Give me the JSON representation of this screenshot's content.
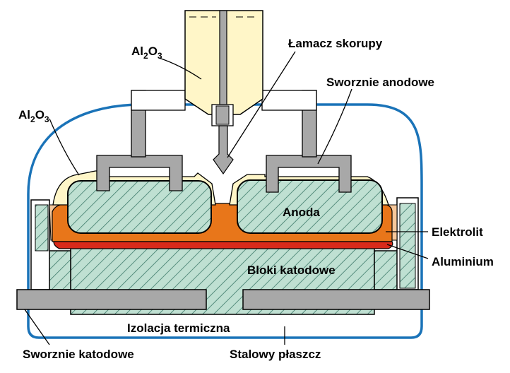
{
  "labels": {
    "al2o3_hopper": {
      "main": "Al",
      "sub1": "2",
      "mid": "O",
      "sub2": "3"
    },
    "al2o3_crust": {
      "main": "Al",
      "sub1": "2",
      "mid": "O",
      "sub2": "3"
    },
    "crust_breaker": "Łamacz skorupy",
    "anode_pins": "Sworznie anodowe",
    "anode": "Anoda",
    "electrolyte": "Elektrolit",
    "aluminium": "Aluminium",
    "cathode_blocks": "Bloki katodowe",
    "thermal_insulation": "Izolacja termiczna",
    "cathode_pins": "Sworznie katodowe",
    "steel_shell": "Stalowy płaszcz"
  },
  "colors": {
    "shell": "#1a73b8",
    "hopper": "#fff6c8",
    "crust": "#fff6c8",
    "anode_fill": "#bfe0d2",
    "hatch": "#3d7a6a",
    "electrolyte": "#e8761a",
    "aluminium": "#d92a1a",
    "pin_gray": "#a8a8a8",
    "side_lining": "#f6c79a"
  }
}
